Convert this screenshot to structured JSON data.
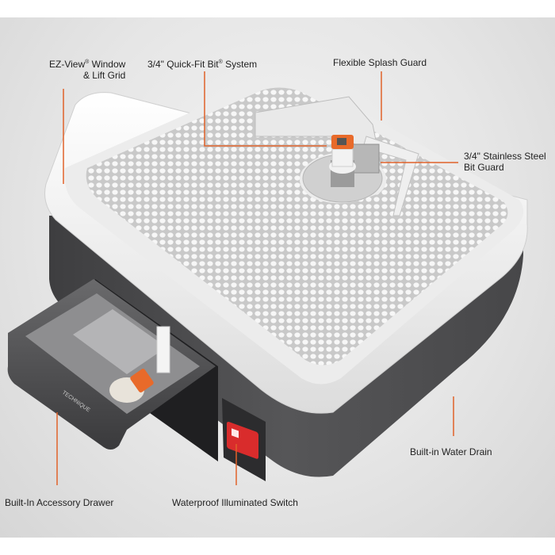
{
  "callouts": {
    "ez_view": {
      "line1_text": "EZ-View",
      "line1_mark": "®",
      "line1_rest": " Window",
      "line2": "& Lift Grid"
    },
    "quick_fit": {
      "text": "3/4\" Quick-Fit Bit",
      "mark": "®",
      "rest": " System"
    },
    "splash_guard": "Flexible Splash Guard",
    "stainless": {
      "line1": "3/4\" Stainless Steel",
      "line2": "Bit Guard"
    },
    "water_drain": "Built-in Water Drain",
    "accessory_drawer": "Built-In Accessory Drawer",
    "switch": "Waterproof Illuminated Switch"
  },
  "drawer_brand": "TECHNIQUE",
  "colors": {
    "callout_line": "#e0622a",
    "body_grey": "#4a4a4c",
    "top_white": "#f3f3f3",
    "switch_red": "#d92c2c",
    "bit_orange": "#e86a2a",
    "label_text": "#222222"
  }
}
